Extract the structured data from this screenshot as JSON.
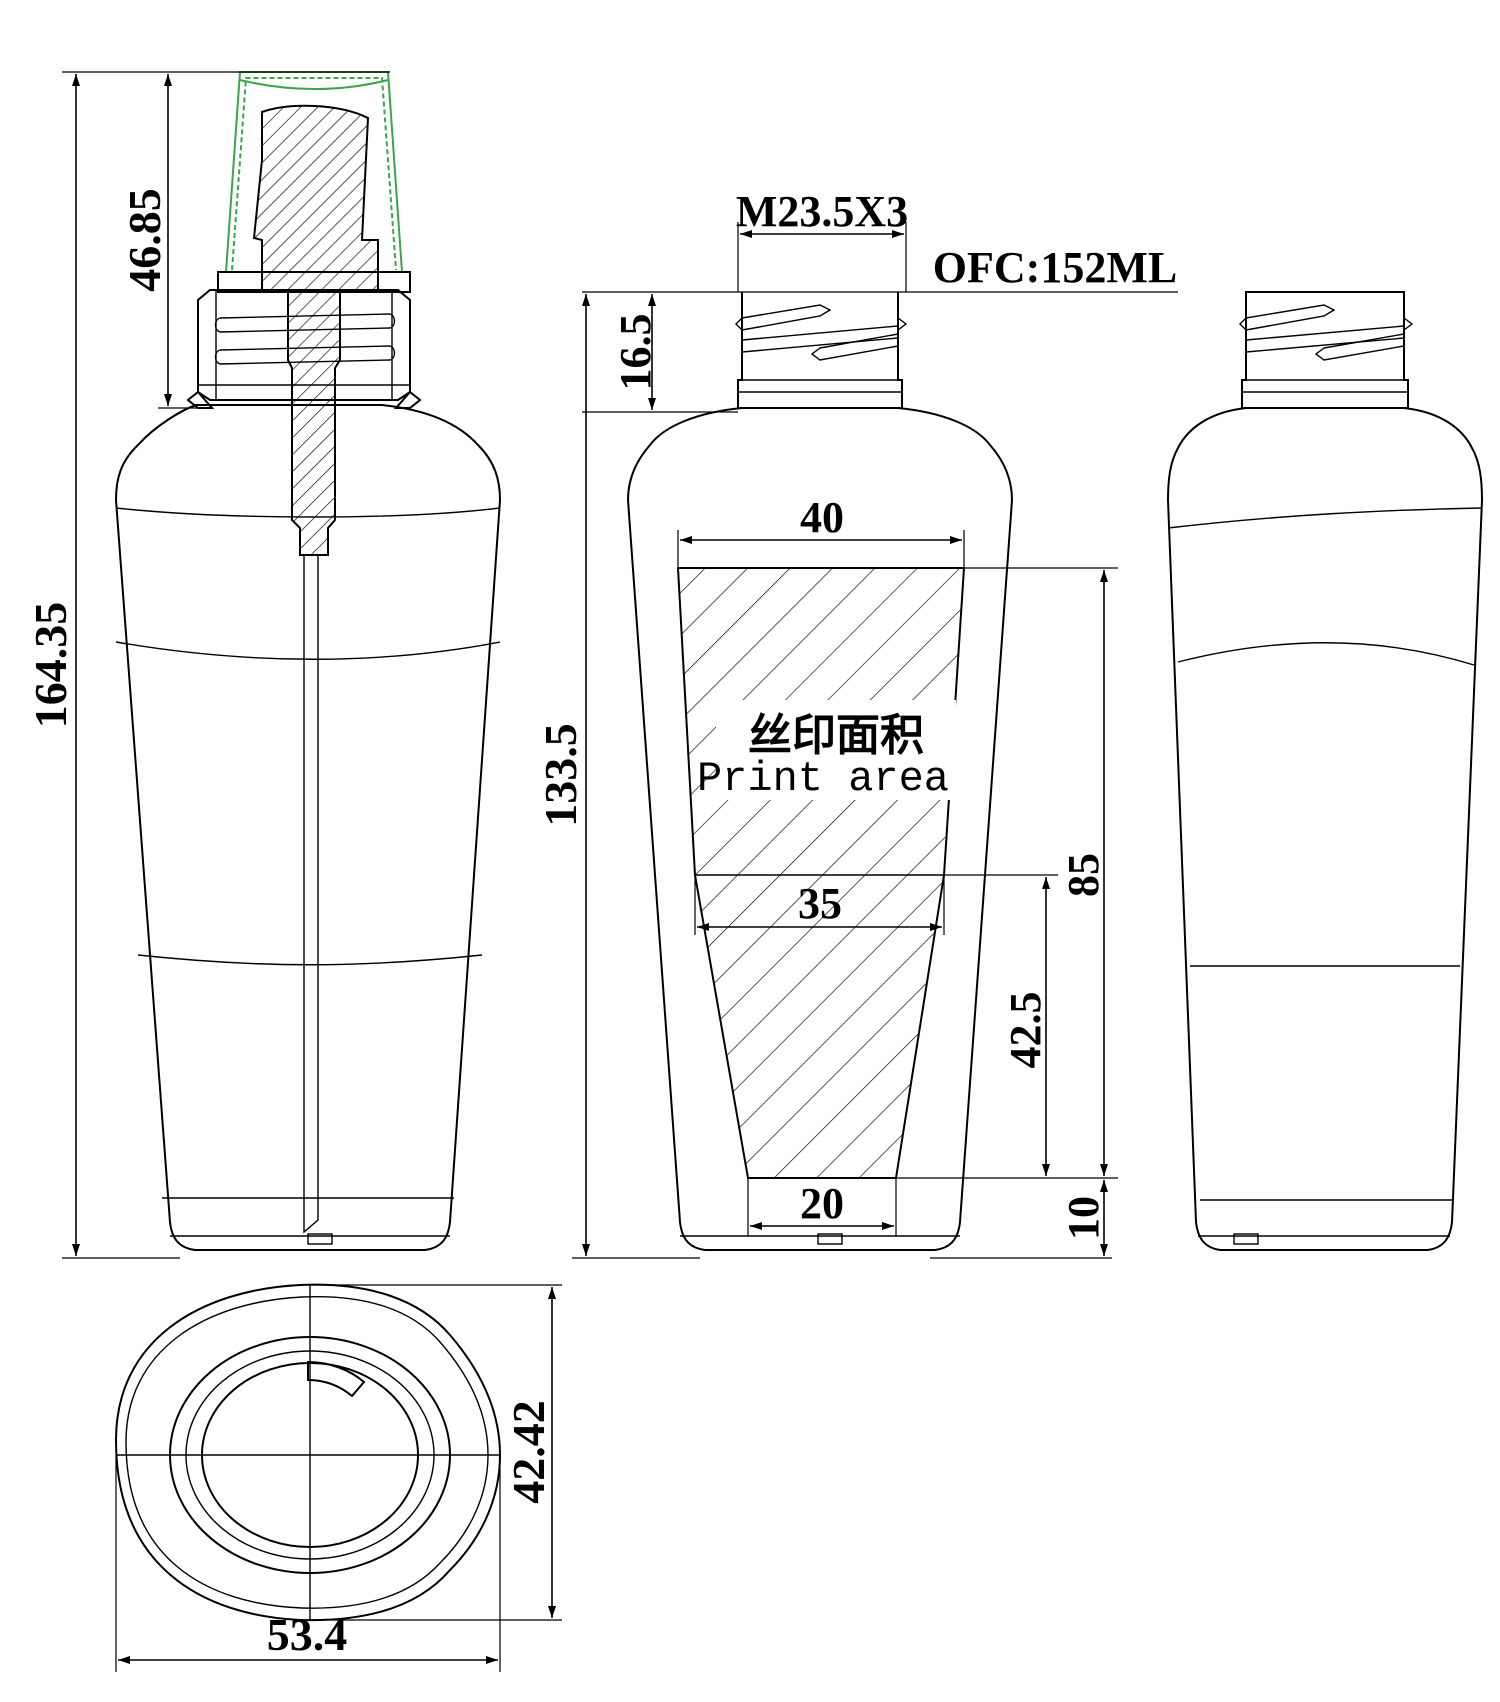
{
  "labels": {
    "thread_spec": "M23.5X3",
    "ofc": "OFC:152ML",
    "print_area_cn": "丝印面积",
    "print_area_en": "Print area"
  },
  "dimensions": {
    "total_height": "164.35",
    "pump_height": "46.85",
    "bottle_height": "133.5",
    "neck_height": "16.5",
    "print_width_top": "40",
    "print_width_mid": "35",
    "print_width_bottom": "20",
    "print_height": "85",
    "print_lower_height": "42.5",
    "base_offset": "10",
    "base_width": "53.4",
    "base_depth": "42.42"
  },
  "colors": {
    "line": "#000000",
    "pump_outline": "#3aa64a",
    "background": "#ffffff"
  }
}
